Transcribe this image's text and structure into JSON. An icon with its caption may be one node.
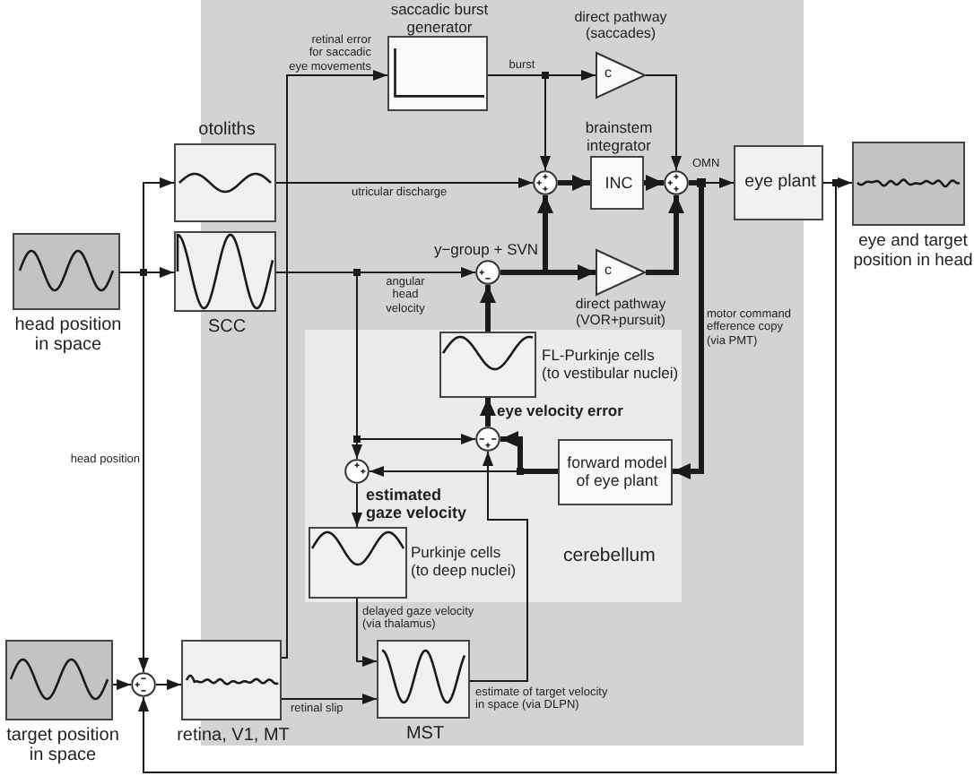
{
  "diagram": {
    "nodes": [
      {
        "text": [
          "head position in space"
        ]
      },
      {
        "text": [
          "otoliths"
        ]
      },
      {
        "text": [
          "SCC"
        ]
      },
      {
        "text": [
          "target position in space"
        ]
      },
      {
        "text": [],
        "shape": "circle"
      },
      {
        "text": [
          "retina, V1, MT"
        ]
      },
      {
        "text": [
          "saccadic burst generator"
        ]
      },
      {
        "text": [
          "direct pathway (saccades)",
          "c"
        ]
      },
      {
        "text": [],
        "shape": "circle"
      },
      {
        "text": [
          "brainstem integrator",
          "INC"
        ]
      },
      {
        "text": [],
        "shape": "circle",
        "beside": [
          "OMN"
        ]
      },
      {
        "text": [],
        "shape": "circle",
        "beside": [
          "y−group + SVN"
        ]
      },
      {
        "text": [
          "c",
          "direct pathway (VOR+pursuit)"
        ]
      },
      {
        "text": [
          "eye plant"
        ]
      },
      {
        "text": [
          "eye and target position in head"
        ]
      },
      {
        "text": [
          "cerebellum"
        ]
      },
      {
        "text": [
          "FL-Purkinje cells (to vestibular nuclei)"
        ],
        "in": 15
      },
      {
        "text": [],
        "shape": "circle",
        "in": 15
      },
      {
        "text": [
          "forward model of eye plant"
        ],
        "in": 15
      },
      {
        "text": [],
        "shape": "circle",
        "in": 15
      },
      {
        "text": [
          "Purkinje cells (to deep nuclei)"
        ],
        "in": 15
      },
      {
        "text": [
          "MST"
        ]
      }
    ],
    "edges": [
      {
        "from": 0,
        "to": 1,
        "arrow": "to"
      },
      {
        "from": 0,
        "to": 2,
        "arrow": "to"
      },
      {
        "from": 0,
        "to": 4,
        "arrow": "to",
        "label": "head position"
      },
      {
        "from": 3,
        "to": 4,
        "arrow": "to"
      },
      {
        "from": 4,
        "to": 5,
        "arrow": "to"
      },
      {
        "from": 13,
        "to": 14,
        "arrow": "to"
      },
      {
        "from": 13,
        "to": 4,
        "arrow": "to"
      },
      {
        "from": 5,
        "to": 6,
        "arrow": "to",
        "label": "retinal error for saccadic eye movements"
      },
      {
        "from": 6,
        "to": 7,
        "arrow": "to",
        "label": "burst"
      },
      {
        "from": 6,
        "to": 8,
        "arrow": "to"
      },
      {
        "from": 1,
        "to": 8,
        "arrow": "to",
        "label": "utricular discharge"
      },
      {
        "from": 2,
        "to": 11,
        "arrow": "to",
        "label": "angular head velocity"
      },
      {
        "from": 11,
        "to": 12,
        "arrow": "to",
        "style": "thick"
      },
      {
        "from": 11,
        "to": 8,
        "arrow": "to",
        "style": "thick"
      },
      {
        "from": 8,
        "to": 9,
        "arrow": "to",
        "style": "thick"
      },
      {
        "from": 9,
        "to": 10,
        "arrow": "to",
        "style": "thick"
      },
      {
        "from": 7,
        "to": 10,
        "arrow": "to"
      },
      {
        "from": 12,
        "to": 10,
        "arrow": "to",
        "style": "thick"
      },
      {
        "from": 10,
        "to": 13,
        "arrow": "to"
      },
      {
        "from": 10,
        "to": 18,
        "arrow": "to",
        "style": "thick",
        "label": "motor command efference copy (via PMT)"
      },
      {
        "from": 16,
        "to": 11,
        "arrow": "to",
        "style": "thick"
      },
      {
        "from": 17,
        "to": 16,
        "arrow": "to",
        "style": "thick",
        "label": "eye velocity error"
      },
      {
        "from": 2,
        "to": 17,
        "arrow": "to"
      },
      {
        "from": 2,
        "to": 19,
        "arrow": "to"
      },
      {
        "from": 18,
        "to": 17,
        "arrow": "to",
        "style": "thick"
      },
      {
        "from": 18,
        "to": 19,
        "arrow": "to"
      },
      {
        "from": 19,
        "to": 20,
        "arrow": "to",
        "label": "estimated gaze velocity"
      },
      {
        "from": 20,
        "to": 21,
        "arrow": "to",
        "label": "delayed gaze velocity (via thalamus)"
      },
      {
        "from": 5,
        "to": 21,
        "arrow": "to",
        "label": "retinal slip"
      },
      {
        "from": 21,
        "to": 17,
        "arrow": "to",
        "label": "estimate of target velocity in space (via DLPN)"
      }
    ]
  }
}
